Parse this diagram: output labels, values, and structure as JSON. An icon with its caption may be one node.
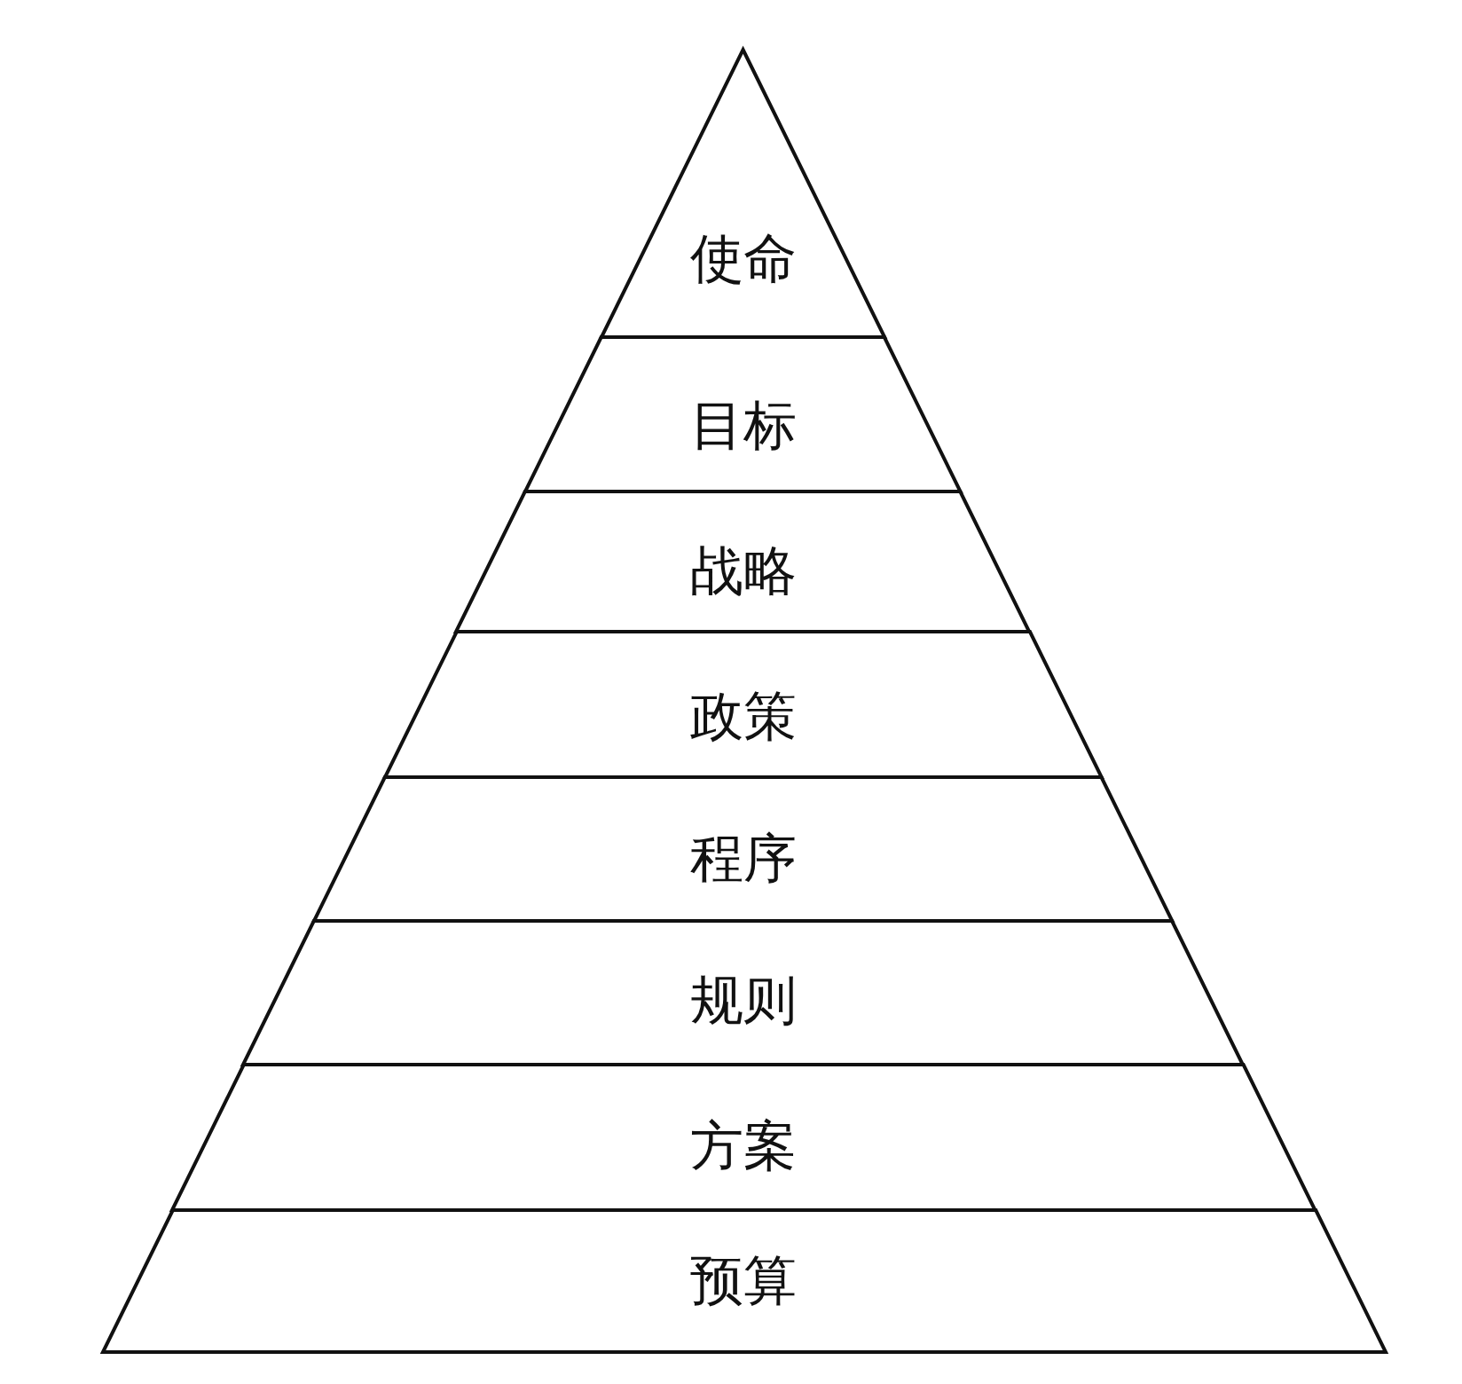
{
  "diagram": {
    "nodes": [
      {
        "text": [
          "使命"
        ]
      },
      {
        "text": [
          "目标"
        ]
      },
      {
        "text": [
          "战略"
        ]
      },
      {
        "text": [
          "政策"
        ]
      },
      {
        "text": [
          "程序"
        ]
      },
      {
        "text": [
          "规则"
        ]
      },
      {
        "text": [
          "方案"
        ]
      },
      {
        "text": [
          "预算"
        ]
      }
    ]
  }
}
